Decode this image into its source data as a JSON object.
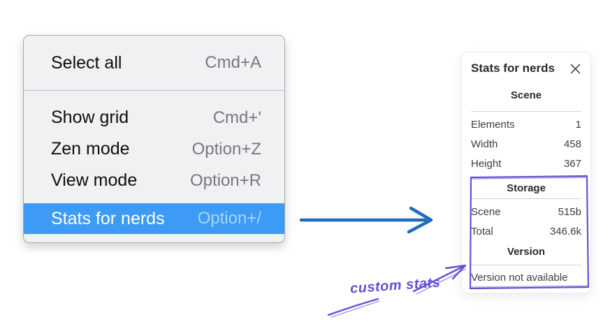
{
  "colors": {
    "highlight_blue": "#3d9af5",
    "arrow_blue": "#1f6cbb",
    "annotation_purple": "#6550d2",
    "menu_background": "#f0f1f2",
    "panel_background": "#ffffff"
  },
  "icons": {
    "close": "x-cross"
  },
  "menu": {
    "groups": [
      {
        "items": [
          {
            "label": "Select all",
            "shortcut": "Cmd+A",
            "selected": false
          }
        ]
      },
      {
        "items": [
          {
            "label": "Show grid",
            "shortcut": "Cmd+'",
            "selected": false
          },
          {
            "label": "Zen mode",
            "shortcut": "Option+Z",
            "selected": false
          },
          {
            "label": "View mode",
            "shortcut": "Option+R",
            "selected": false
          },
          {
            "label": "Stats for nerds",
            "shortcut": "Option+/",
            "selected": true
          }
        ]
      }
    ]
  },
  "stats_panel": {
    "title": "Stats for nerds",
    "scene": {
      "heading": "Scene",
      "rows": [
        {
          "label": "Elements",
          "value": "1"
        },
        {
          "label": "Width",
          "value": "458"
        },
        {
          "label": "Height",
          "value": "367"
        }
      ]
    },
    "storage": {
      "heading": "Storage",
      "rows": [
        {
          "label": "Scene",
          "value": "515b"
        },
        {
          "label": "Total",
          "value": "346.6k"
        }
      ]
    },
    "version": {
      "heading": "Version",
      "note": "Version not available"
    }
  },
  "annotation": {
    "label": "custom stats"
  }
}
